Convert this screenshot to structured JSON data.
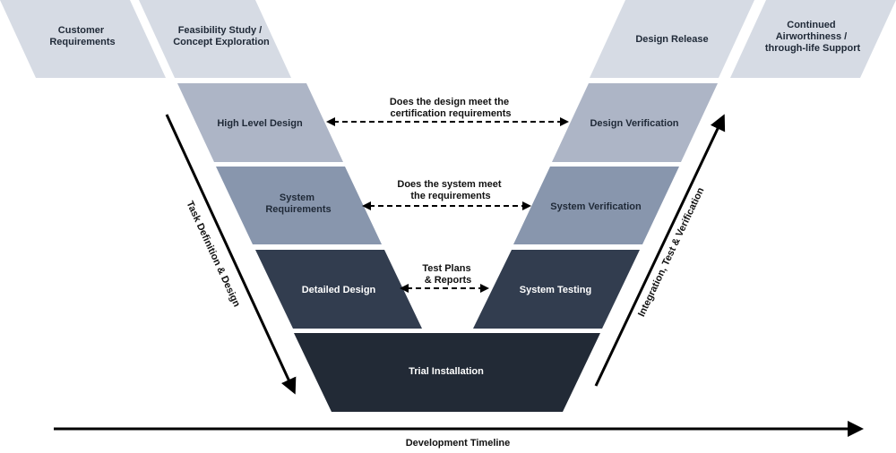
{
  "colors": {
    "top_boxes": "#d6dbe4",
    "level1": "#adb5c6",
    "level2": "#8896ad",
    "level3": "#323d4f",
    "level4": "#222a36",
    "arrow": "#000000"
  },
  "top_row": {
    "customer_requirements": [
      "Customer",
      "Requirements"
    ],
    "feasibility_study": [
      "Feasibility Study /",
      "Concept Exploration"
    ],
    "design_release": [
      "Design Release"
    ],
    "continued_airworthiness": [
      "Continued",
      "Airworthiness /",
      "through-life Support"
    ]
  },
  "left_side": {
    "high_level_design": [
      "High Level Design"
    ],
    "system_requirements": [
      "System",
      "Requirements"
    ],
    "detailed_design": [
      "Detailed Design"
    ]
  },
  "right_side": {
    "design_verification": [
      "Design Verification"
    ],
    "system_verification": [
      "System Verification"
    ],
    "system_testing": [
      "System Testing"
    ]
  },
  "bottom": {
    "trial_installation": [
      "Trial Installation"
    ]
  },
  "connectors": {
    "certification": [
      "Does the design meet the",
      "certification requirements"
    ],
    "requirements": [
      "Does the system meet",
      "the requirements"
    ],
    "test_plans": [
      "Test Plans",
      "& Reports"
    ]
  },
  "axes": {
    "left_arrow_label": "Task Definition & Design",
    "right_arrow_label": "Integration, Test & Verification",
    "timeline_label": "Development Timeline"
  }
}
